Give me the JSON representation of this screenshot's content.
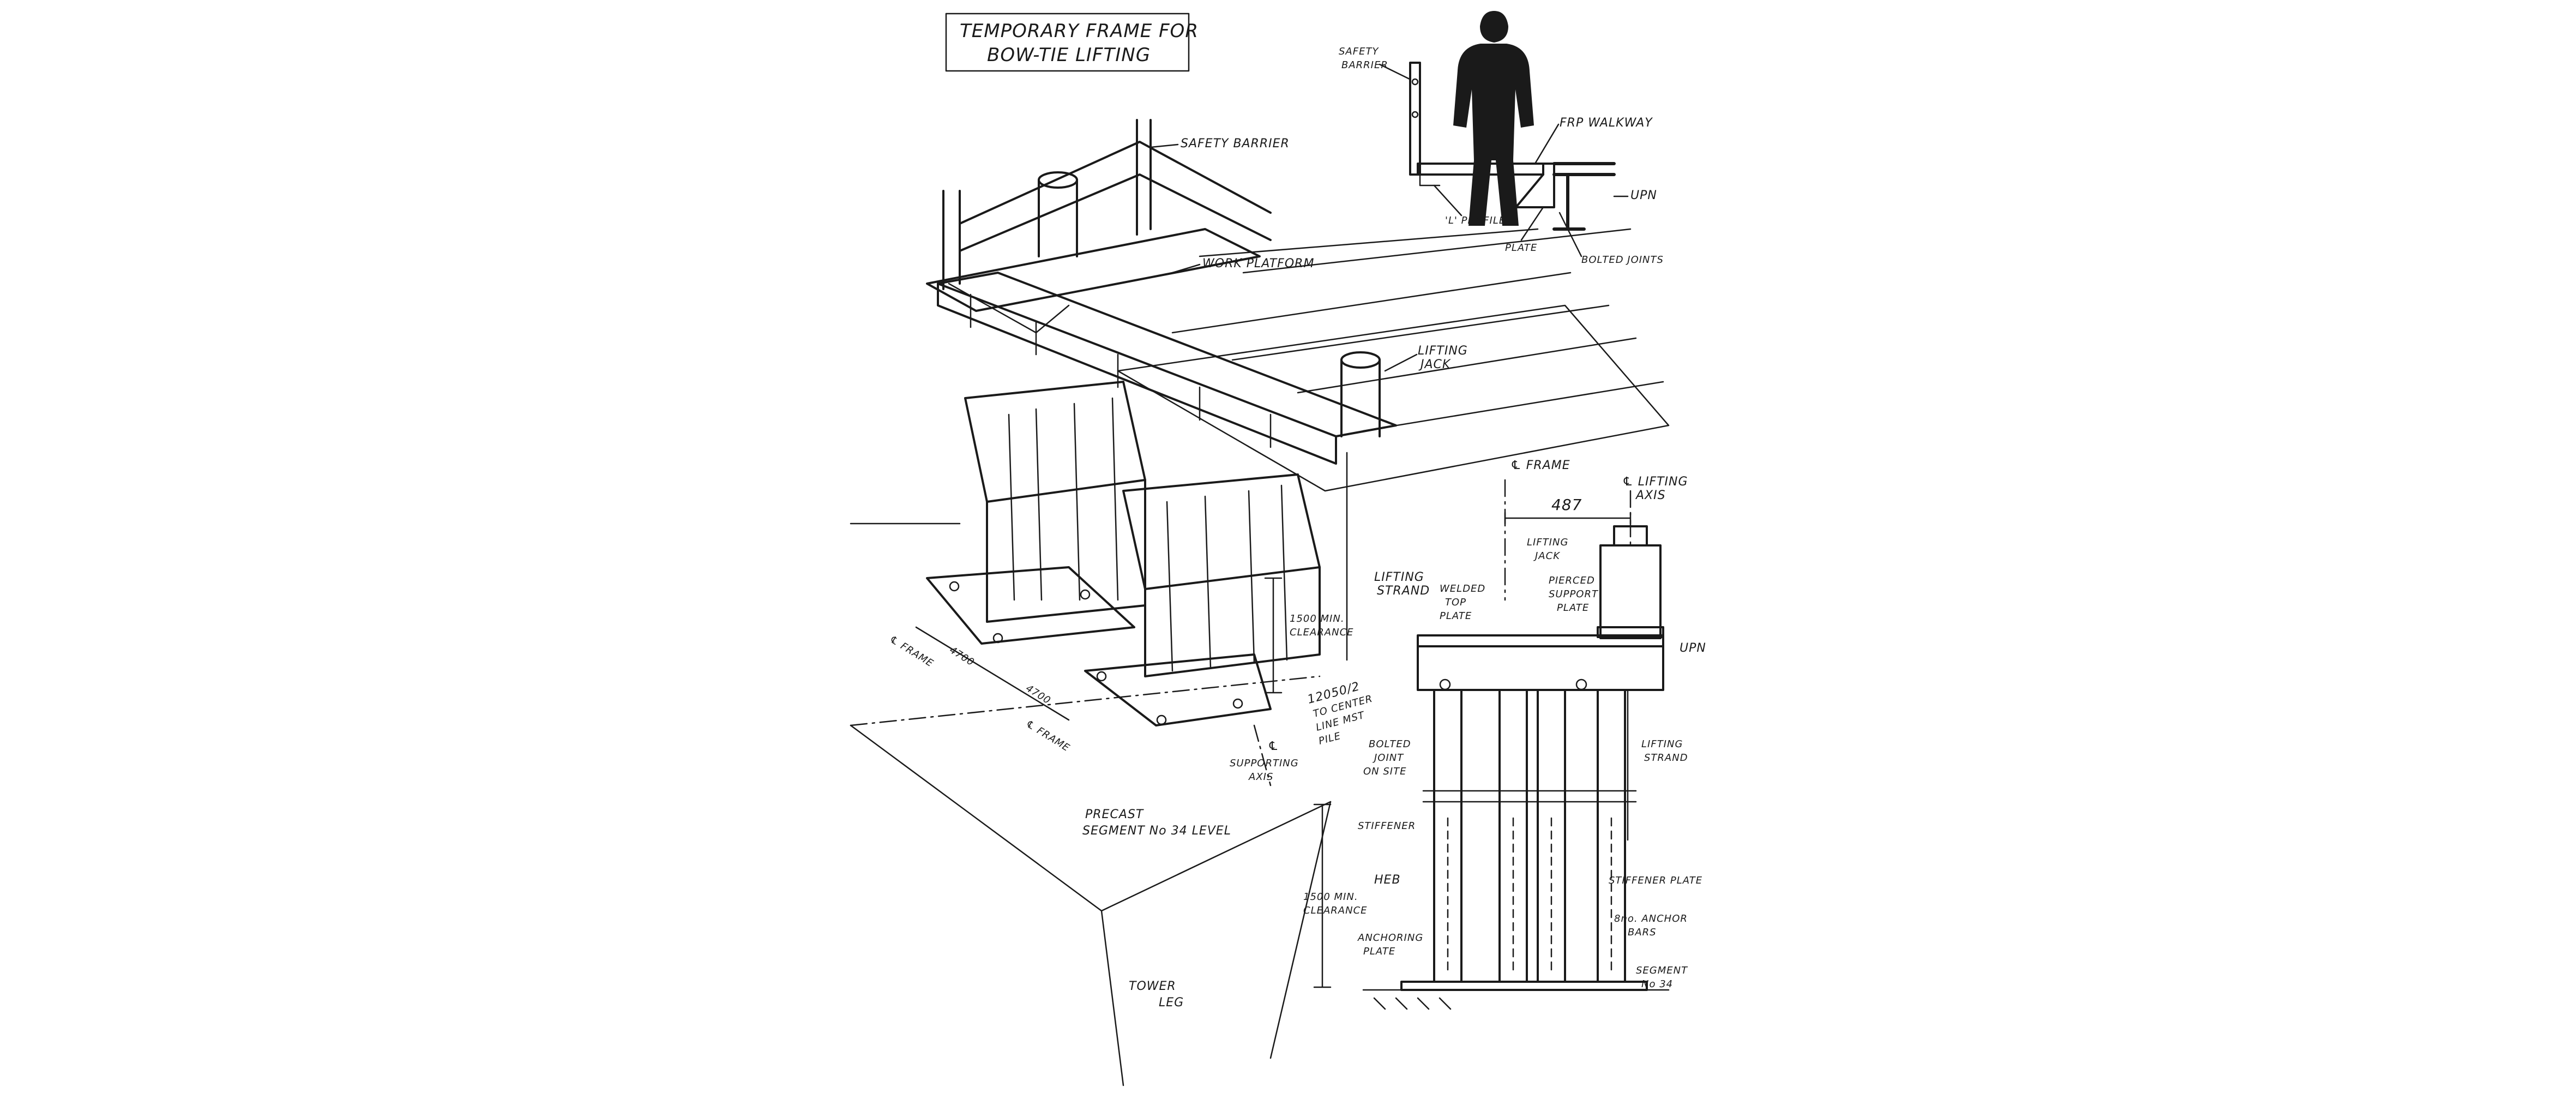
{
  "title": {
    "line1": "TEMPORARY FRAME FOR",
    "line2": "BOW-TIE LIFTING"
  },
  "person_detail": {
    "safety_barrier": [
      "SAFETY",
      "BARRIER"
    ],
    "frp_walkway": "FRP WALKWAY",
    "upn": "UPN",
    "l_profile": "'L' PROFILE",
    "plate": "PLATE",
    "bolted_joints": "BOLTED JOINTS"
  },
  "isometric": {
    "safety_barrier": "SAFETY BARRIER",
    "work_platform": "WORK PLATFORM",
    "lifting_jack": [
      "LIFTING",
      "JACK"
    ],
    "lifting_strand": [
      "LIFTING",
      "STRAND"
    ],
    "clearance": [
      "1500 MIN.",
      "CLEARANCE"
    ],
    "frame_1": "℄ FRAME",
    "frame_2": "℄ FRAME",
    "dim_1": "4700",
    "dim_2": "4700",
    "centerline": [
      "12050/2",
      "TO CENTER",
      "LINE MST",
      "PILE"
    ],
    "supporting_axis": [
      "℄",
      "SUPPORTING",
      "AXIS"
    ],
    "precast": [
      "PRECAST",
      "SEGMENT No 34 LEVEL"
    ],
    "tower_leg": [
      "TOWER",
      "LEG"
    ]
  },
  "section": {
    "frame": "℄ FRAME",
    "lifting_axis": [
      "℄ LIFTING",
      "AXIS"
    ],
    "dim": "487",
    "lifting_jack": [
      "LIFTING",
      "JACK"
    ],
    "pierced_plate": [
      "PIERCED",
      "SUPPORT",
      "PLATE"
    ],
    "welded_top_plate": [
      "WELDED",
      "TOP",
      "PLATE"
    ],
    "upn": "UPN",
    "bolted_joint": [
      "BOLTED",
      "JOINT",
      "ON SITE"
    ],
    "lifting_strand": [
      "LIFTING",
      "STRAND"
    ],
    "stiffener": "STIFFENER",
    "heb": "HEB",
    "stiffener_plate": "STIFFENER PLATE",
    "clearance": [
      "1500 MIN.",
      "CLEARANCE"
    ],
    "anchor_bars": [
      "8no. ANCHOR",
      "BARS"
    ],
    "anchoring_plate": [
      "ANCHORING",
      "PLATE"
    ],
    "segment": [
      "SEGMENT",
      "No 34"
    ]
  }
}
